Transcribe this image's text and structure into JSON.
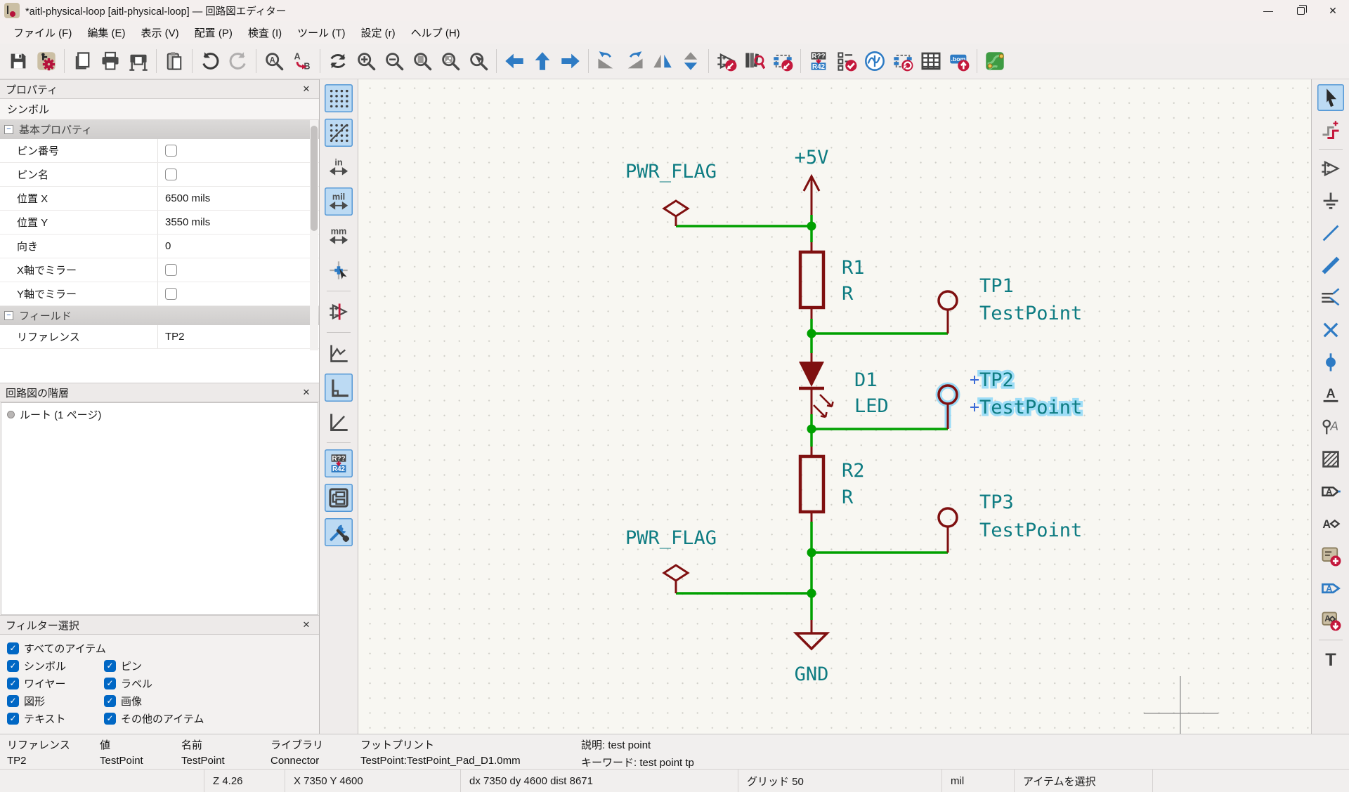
{
  "window": {
    "title": "*aitl-physical-loop [aitl-physical-loop] — 回路図エディター",
    "minimize_glyph": "—",
    "close_glyph": "✕"
  },
  "menu": {
    "items": [
      "ファイル (F)",
      "編集 (E)",
      "表示 (V)",
      "配置 (P)",
      "検査 (I)",
      "ツール (T)",
      "設定 (r)",
      "ヘルプ (H)"
    ]
  },
  "icons": {
    "undo": "↺",
    "redo": "↻",
    "find_a": "A",
    "find_b": "B",
    "units_in": "in",
    "units_mil": "mil",
    "units_mm": "mm",
    "annotate_top": "R??",
    "annotate_bottom": "R42",
    "bom": ".bom",
    "label_a": "A",
    "text_tool": "T"
  },
  "properties_panel": {
    "title": "プロパティ",
    "symbol_label": "シンボル",
    "basic_section": "基本プロパティ",
    "rows": {
      "pin_number": {
        "label": "ピン番号"
      },
      "pin_name": {
        "label": "ピン名"
      },
      "pos_x": {
        "label": "位置 X",
        "value": "6500 mils"
      },
      "pos_y": {
        "label": "位置 Y",
        "value": "3550 mils"
      },
      "orientation": {
        "label": "向き",
        "value": "0"
      },
      "mirror_x": {
        "label": "X軸でミラー"
      },
      "mirror_y": {
        "label": "Y軸でミラー"
      }
    },
    "fields_section": "フィールド",
    "reference_label": "リファレンス",
    "reference_value": "TP2"
  },
  "hierarchy_panel": {
    "title": "回路図の階層",
    "root_item": "ルート (1 ページ)"
  },
  "filter_panel": {
    "title": "フィルター選択",
    "items": [
      "すべてのアイテム",
      "シンボル",
      "ピン",
      "ワイヤー",
      "ラベル",
      "図形",
      "画像",
      "テキスト",
      "その他のアイテム"
    ]
  },
  "info_bar": {
    "columns": [
      {
        "h": "リファレンス",
        "v": "TP2"
      },
      {
        "h": "値",
        "v": "TestPoint"
      },
      {
        "h": "名前",
        "v": "TestPoint"
      },
      {
        "h": "ライブラリ",
        "v": "Connector"
      },
      {
        "h": "フットプリント",
        "v": "TestPoint:TestPoint_Pad_D1.0mm"
      },
      {
        "h": "説明: test point",
        "v": "キーワード: test point tp"
      }
    ]
  },
  "status_bar": {
    "zoom": "Z 4.26",
    "cursor": "X 7350  Y 4600",
    "delta": "dx 7350  dy 4600  dist 8671",
    "grid": "グリッド 50",
    "units": "mil",
    "mode": "アイテムを選択"
  },
  "schematic": {
    "power_flag_top": "PWR_FLAG",
    "vcc": "+5V",
    "r1_ref": "R1",
    "r1_val": "R",
    "tp1_ref": "TP1",
    "tp1_val": "TestPoint",
    "d1_ref": "D1",
    "d1_val": "LED",
    "tp2_ref": "TP2",
    "tp2_val": "TestPoint",
    "r2_ref": "R2",
    "r2_val": "R",
    "tp3_ref": "TP3",
    "tp3_val": "TestPoint",
    "power_flag_bottom": "PWR_FLAG",
    "gnd": "GND"
  },
  "colors": {
    "wire": "#00A000",
    "symbol": "#7F1010",
    "field_text": "#0E7C82",
    "selection": "#8FD9F8",
    "canvas_bg": "#F8F7F2"
  }
}
